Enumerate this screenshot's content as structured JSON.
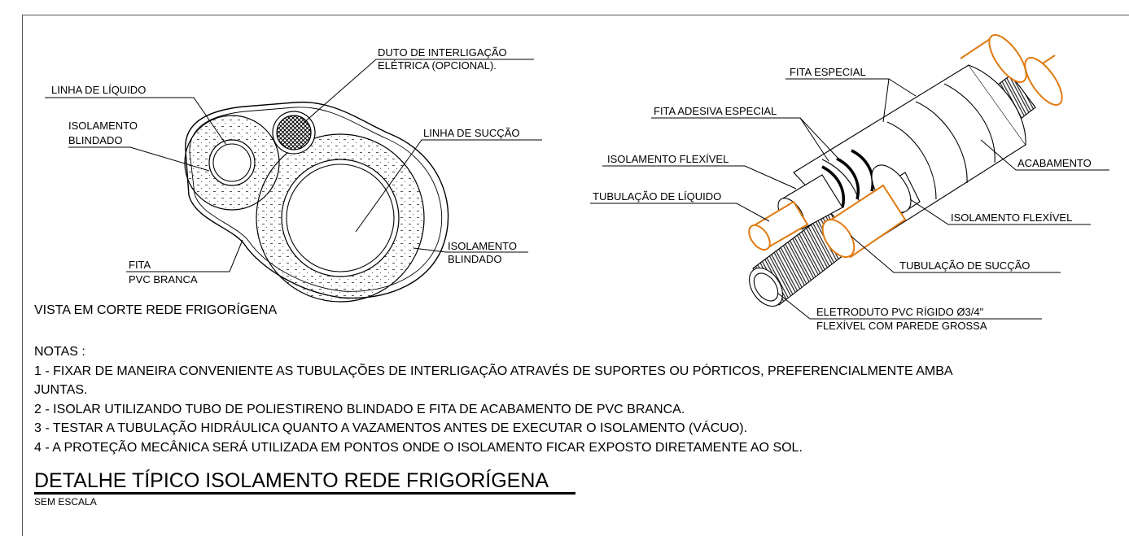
{
  "colors": {
    "line": "#000000",
    "frame": "#555555",
    "pipe_copper": "#e07a10",
    "background": "#ffffff"
  },
  "section_view": {
    "labels": {
      "duct_line1": "DUTO DE INTERLIGAÇÃO",
      "duct_line2": "ELÉTRICA (OPCIONAL).",
      "liquid_line": "LINHA DE LÍQUIDO",
      "insulation_left_1": "ISOLAMENTO",
      "insulation_left_2": "BLINDADO",
      "suction_line": "LINHA DE SUCÇÃO",
      "insulation_right_1": "ISOLAMENTO",
      "insulation_right_2": "BLINDADO",
      "tape_1": "FITA",
      "tape_2": "PVC BRANCA"
    },
    "caption": "VISTA EM CORTE REDE FRIGORÍGENA"
  },
  "iso_view": {
    "labels": {
      "special_tape": "FITA ESPECIAL",
      "special_adhesive_tape": "FITA ADESIVA ESPECIAL",
      "flexible_insulation_left": "ISOLAMENTO FLEXÍVEL",
      "finishing": "ACABAMENTO",
      "liquid_pipe": "TUBULAÇÃO DE LÍQUIDO",
      "flexible_insulation_right": "ISOLAMENTO FLEXÍVEL",
      "suction_pipe": "TUBULAÇÃO DE SUCÇÃO",
      "conduit_1": "ELETRODUTO PVC RÍGIDO Ø3/4\"",
      "conduit_2": "FLEXÍVEL COM PAREDE GROSSA"
    }
  },
  "notes": {
    "heading": "NOTAS :",
    "n1a": "1 - FIXAR DE MANEIRA CONVENIENTE AS TUBULAÇÕES DE INTERLIGAÇÃO ATRAVÉS DE SUPORTES OU PÓRTICOS, PREFERENCIALMENTE AMBA",
    "n1b": "JUNTAS.",
    "n2": "2 -  ISOLAR UTILIZANDO TUBO DE POLIESTIRENO BLINDADO E FITA DE ACABAMENTO DE PVC BRANCA.",
    "n3": "3 -  TESTAR A TUBULAÇÃO HIDRÁULICA QUANTO A VAZAMENTOS ANTES DE EXECUTAR O ISOLAMENTO (VÁCUO).",
    "n4": "4 - A PROTEÇÃO MECÂNICA SERÁ UTILIZADA EM PONTOS ONDE O ISOLAMENTO FICAR EXPOSTO DIRETAMENTE AO SOL."
  },
  "title": "DETALHE TÍPICO ISOLAMENTO REDE FRIGORÍGENA",
  "scale": "SEM ESCALA"
}
